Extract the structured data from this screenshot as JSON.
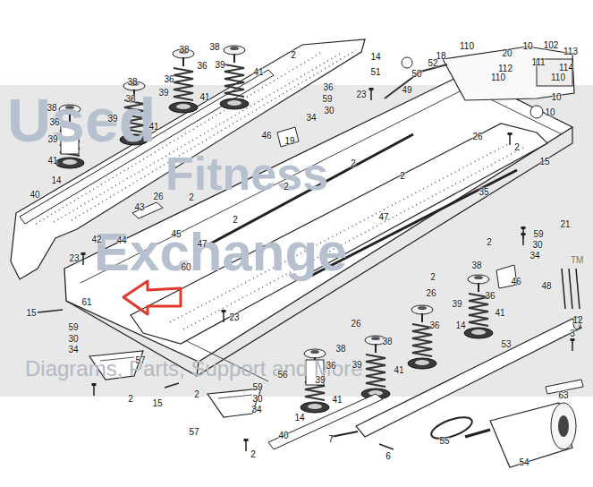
{
  "diagram": {
    "labels": [
      "Used",
      "Fitness",
      "Exchange",
      "Diagrams, Parts, Support and More",
      "TM",
      "2",
      "38",
      "38",
      "36",
      "39",
      "41",
      "39",
      "41",
      "36",
      "38",
      "36",
      "39",
      "41",
      "38",
      "36",
      "39",
      "41",
      "40",
      "14",
      "14",
      "51",
      "50",
      "52",
      "36",
      "59",
      "34",
      "30",
      "23",
      "49",
      "46",
      "19",
      "2",
      "26",
      "43",
      "2",
      "42",
      "44",
      "45",
      "47",
      "47",
      "2",
      "2",
      "2",
      "18",
      "110",
      "20",
      "110",
      "10",
      "102",
      "111",
      "113",
      "112",
      "114",
      "110",
      "10",
      "10",
      "15",
      "26",
      "2",
      "35",
      "21",
      "59",
      "30",
      "34",
      "2",
      "48",
      "38",
      "36",
      "46",
      "2",
      "26",
      "23",
      "60",
      "61",
      "15",
      "59",
      "30",
      "34",
      "57",
      "2",
      "15",
      "23",
      "26",
      "56",
      "59",
      "30",
      "34",
      "2",
      "57",
      "40",
      "2",
      "14",
      "41",
      "39",
      "36",
      "38",
      "38",
      "39",
      "41",
      "36",
      "39",
      "41",
      "14",
      "12",
      "3",
      "53",
      "7",
      "6",
      "55",
      "54",
      "63"
    ]
  }
}
